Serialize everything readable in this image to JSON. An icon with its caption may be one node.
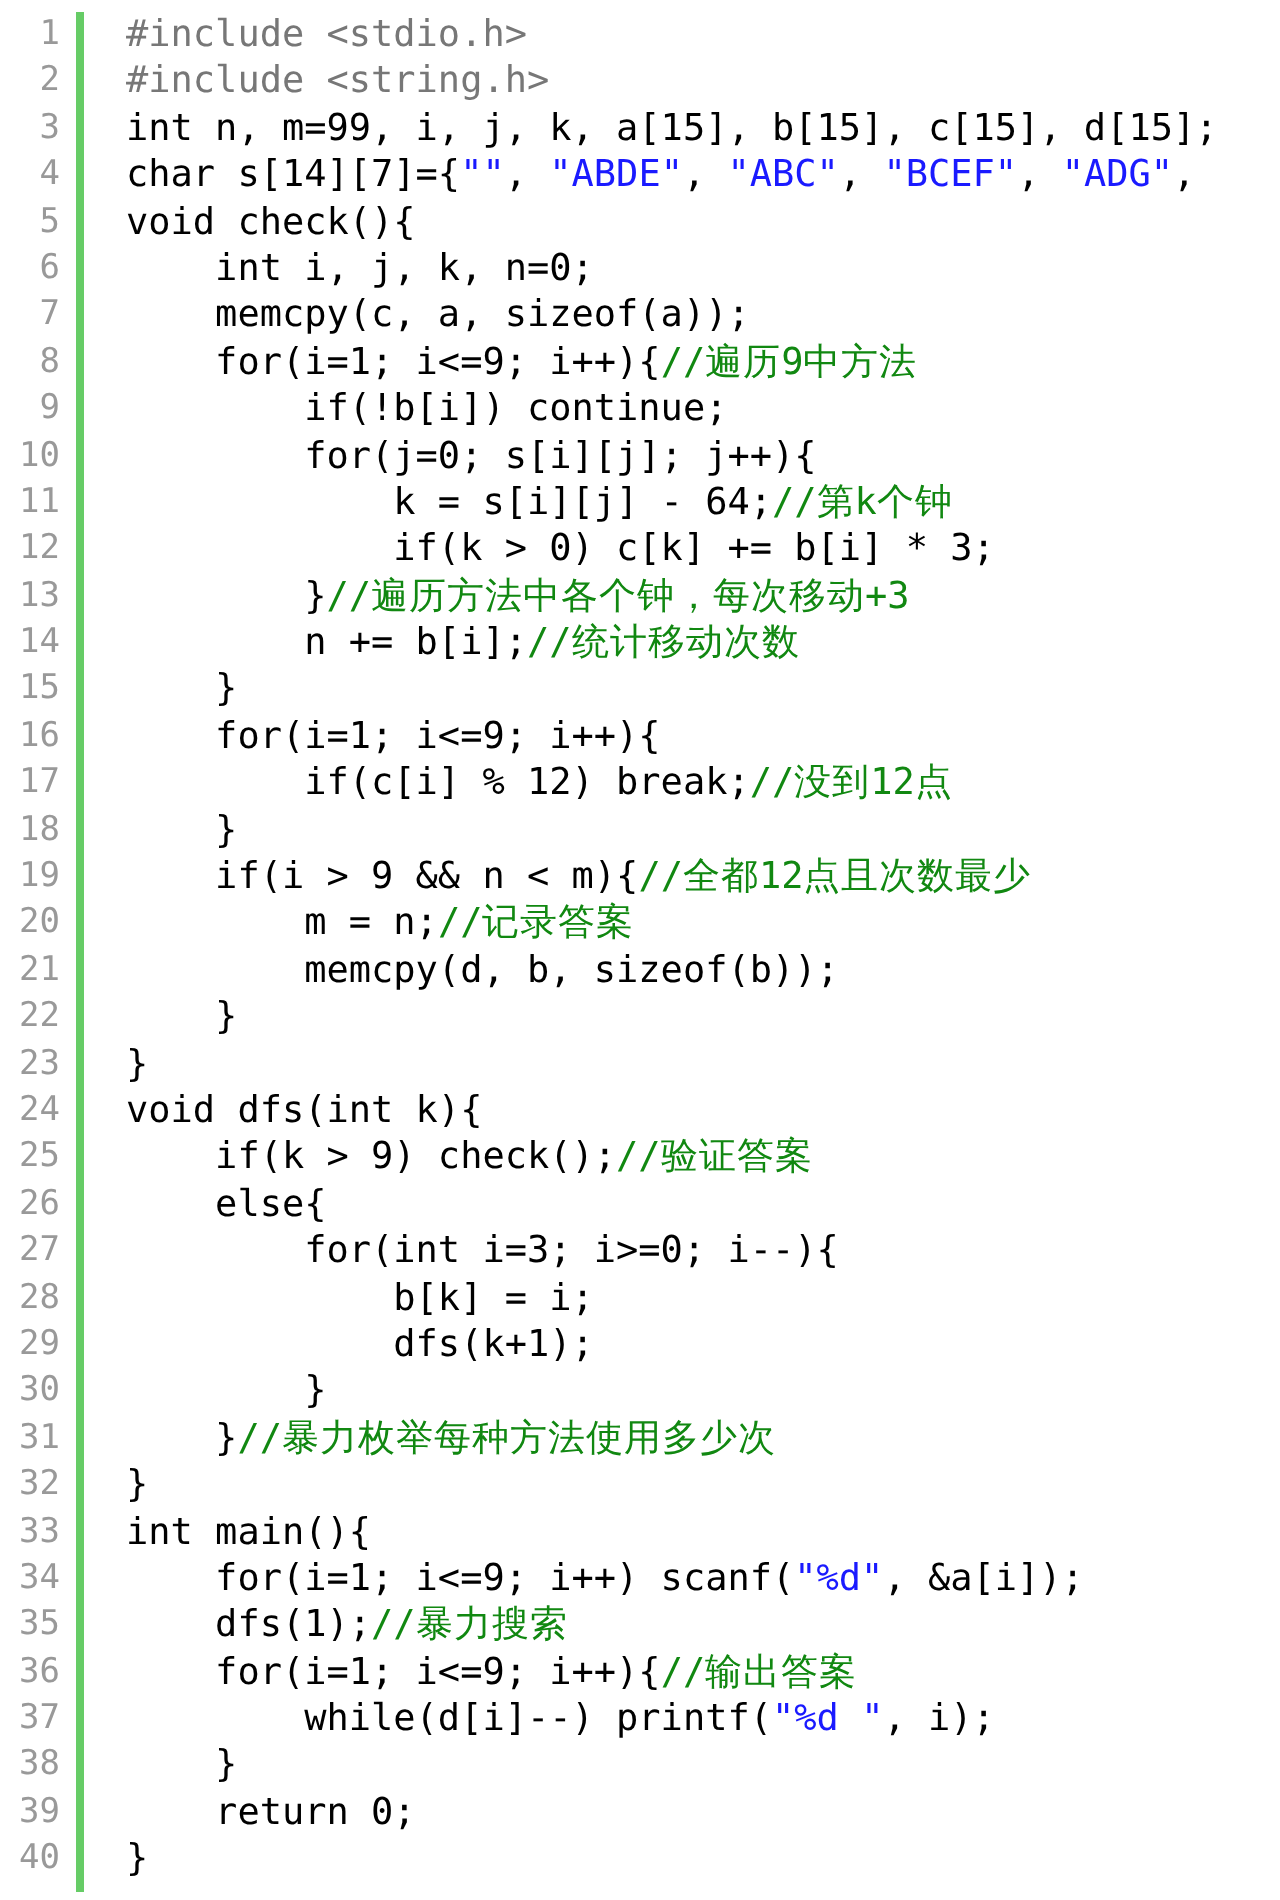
{
  "diagram": {
    "labels": [
      "1",
      "#include <stdio.h>",
      "2",
      "#include <string.h>",
      "3",
      "int n, m=99, i, j, k, a[15], b[15], c[15], d[15];",
      "4",
      "char s[14][7]={\"\", \"ABDE\", \"ABC\", \"BCEF\", \"ADG\",",
      "5",
      "void check(){",
      "6",
      "    int i, j, k, n=0;",
      "7",
      "    memcpy(c, a, sizeof(a));",
      "8",
      "    for(i=1; i<=9; i++){//遍历9中方法",
      "9",
      "        if(!b[i]) continue;",
      "10",
      "        for(j=0; s[i][j]; j++){",
      "11",
      "            k = s[i][j] - 64;//第k个钟",
      "12",
      "            if(k > 0) c[k] += b[i] * 3;",
      "13",
      "        }//遍历方法中各个钟，每次移动+3",
      "14",
      "        n += b[i];//统计移动次数",
      "15",
      "    }",
      "16",
      "    for(i=1; i<=9; i++){",
      "17",
      "        if(c[i] % 12) break;//没到12点",
      "18",
      "    }",
      "19",
      "    if(i > 9 && n < m){//全都12点且次数最少",
      "20",
      "        m = n;//记录答案",
      "21",
      "        memcpy(d, b, sizeof(b));",
      "22",
      "    }",
      "23",
      "}",
      "24",
      "void dfs(int k){",
      "25",
      "    if(k > 9) check();//验证答案",
      "26",
      "    else{",
      "27",
      "        for(int i=3; i>=0; i--){",
      "28",
      "            b[k] = i;",
      "29",
      "            dfs(k+1);",
      "30",
      "        }",
      "31",
      "    }//暴力枚举每种方法使用多少次",
      "32",
      "}",
      "33",
      "int main(){",
      "34",
      "    for(i=1; i<=9; i++) scanf(\"%d\", &a[i]);",
      "35",
      "    dfs(1);//暴力搜索",
      "36",
      "    for(i=1; i<=9; i++){//输出答案",
      "37",
      "        while(d[i]--) printf(\"%d \", i);",
      "38",
      "    }",
      "39",
      "    return 0;",
      "40",
      "}"
    ]
  }
}
